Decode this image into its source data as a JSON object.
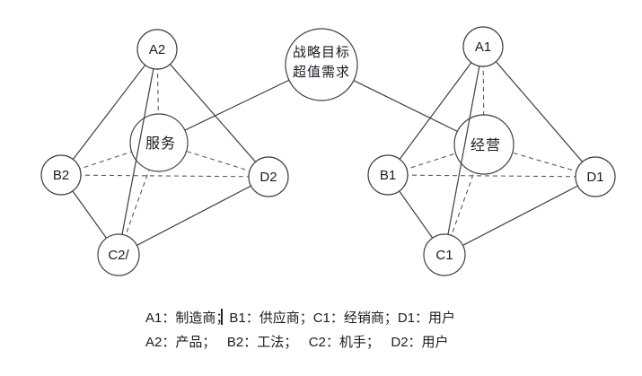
{
  "diagram": {
    "hub": {
      "line1": "战略目标",
      "line2": "超值需求"
    },
    "left_tetrahedron": {
      "top": "A2",
      "left": "B2",
      "right": "D2",
      "bottom": "C2/",
      "center": "服务"
    },
    "right_tetrahedron": {
      "top": "A1",
      "left": "B1",
      "right": "D1",
      "bottom": "C1",
      "center": "经营"
    }
  },
  "caption": {
    "line1": "A1：制造商；B1：供应商；C1：经销商；D1：用户",
    "line2": "A2：产品；   B2：工法；   C2：机手；   D2：用户"
  },
  "colors": {
    "background": "#ffffff",
    "line_solid": "#3d3d3d",
    "line_dashed": "#5a5a5a",
    "text": "#1a1a24"
  }
}
